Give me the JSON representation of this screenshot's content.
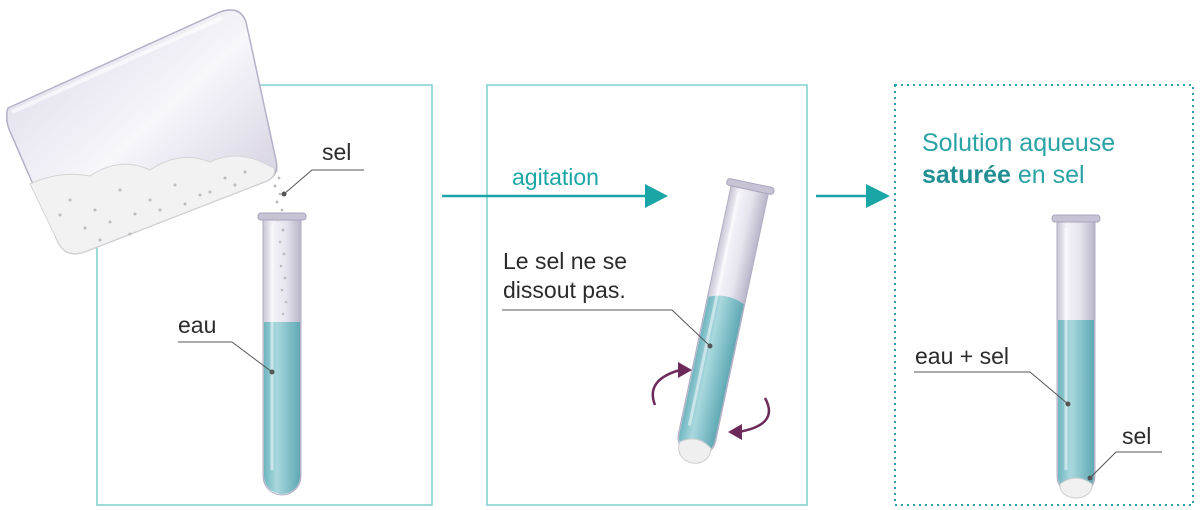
{
  "colors": {
    "frame": "#7ecfcf",
    "arrow": "#1aa6a6",
    "title": "#2aa3a6",
    "water": "#8fcad2",
    "rotation_arrow": "#6b2a5a",
    "salt": "#eeeeee"
  },
  "labels": {
    "sel_top": "sel",
    "eau": "eau",
    "agitation": "agitation",
    "not_dissolved_line1": "Le sel ne se",
    "not_dissolved_line2": "dissout pas.",
    "title_line1": "Solution aqueuse",
    "title_bold": "saturée",
    "title_rest": " en sel",
    "eau_plus_sel": "eau + sel",
    "sel_bottom": "sel"
  },
  "steps": [
    {
      "name": "pouring-salt",
      "frame_style": "solid"
    },
    {
      "name": "stirring",
      "frame_style": "solid"
    },
    {
      "name": "saturated-result",
      "frame_style": "dotted"
    }
  ]
}
